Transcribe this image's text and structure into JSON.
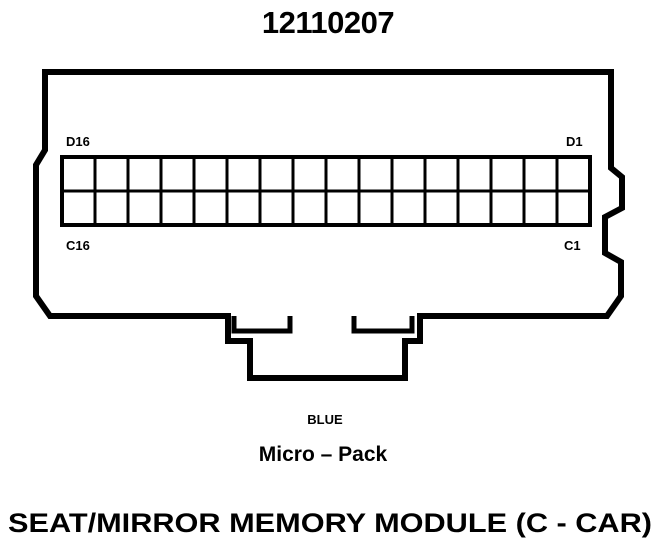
{
  "part_number": "12110207",
  "pin_labels": {
    "top_left": "D16",
    "top_right": "D1",
    "bottom_left": "C16",
    "bottom_right": "C1"
  },
  "cavity_grid": {
    "columns": 16,
    "rows": 2
  },
  "connector_color": "BLUE",
  "connector_series": "Micro – Pack",
  "module_title": "SEAT/MIRROR MEMORY MODULE (C - CAR)",
  "colors": {
    "ink": "#000000",
    "background": "#ffffff"
  }
}
